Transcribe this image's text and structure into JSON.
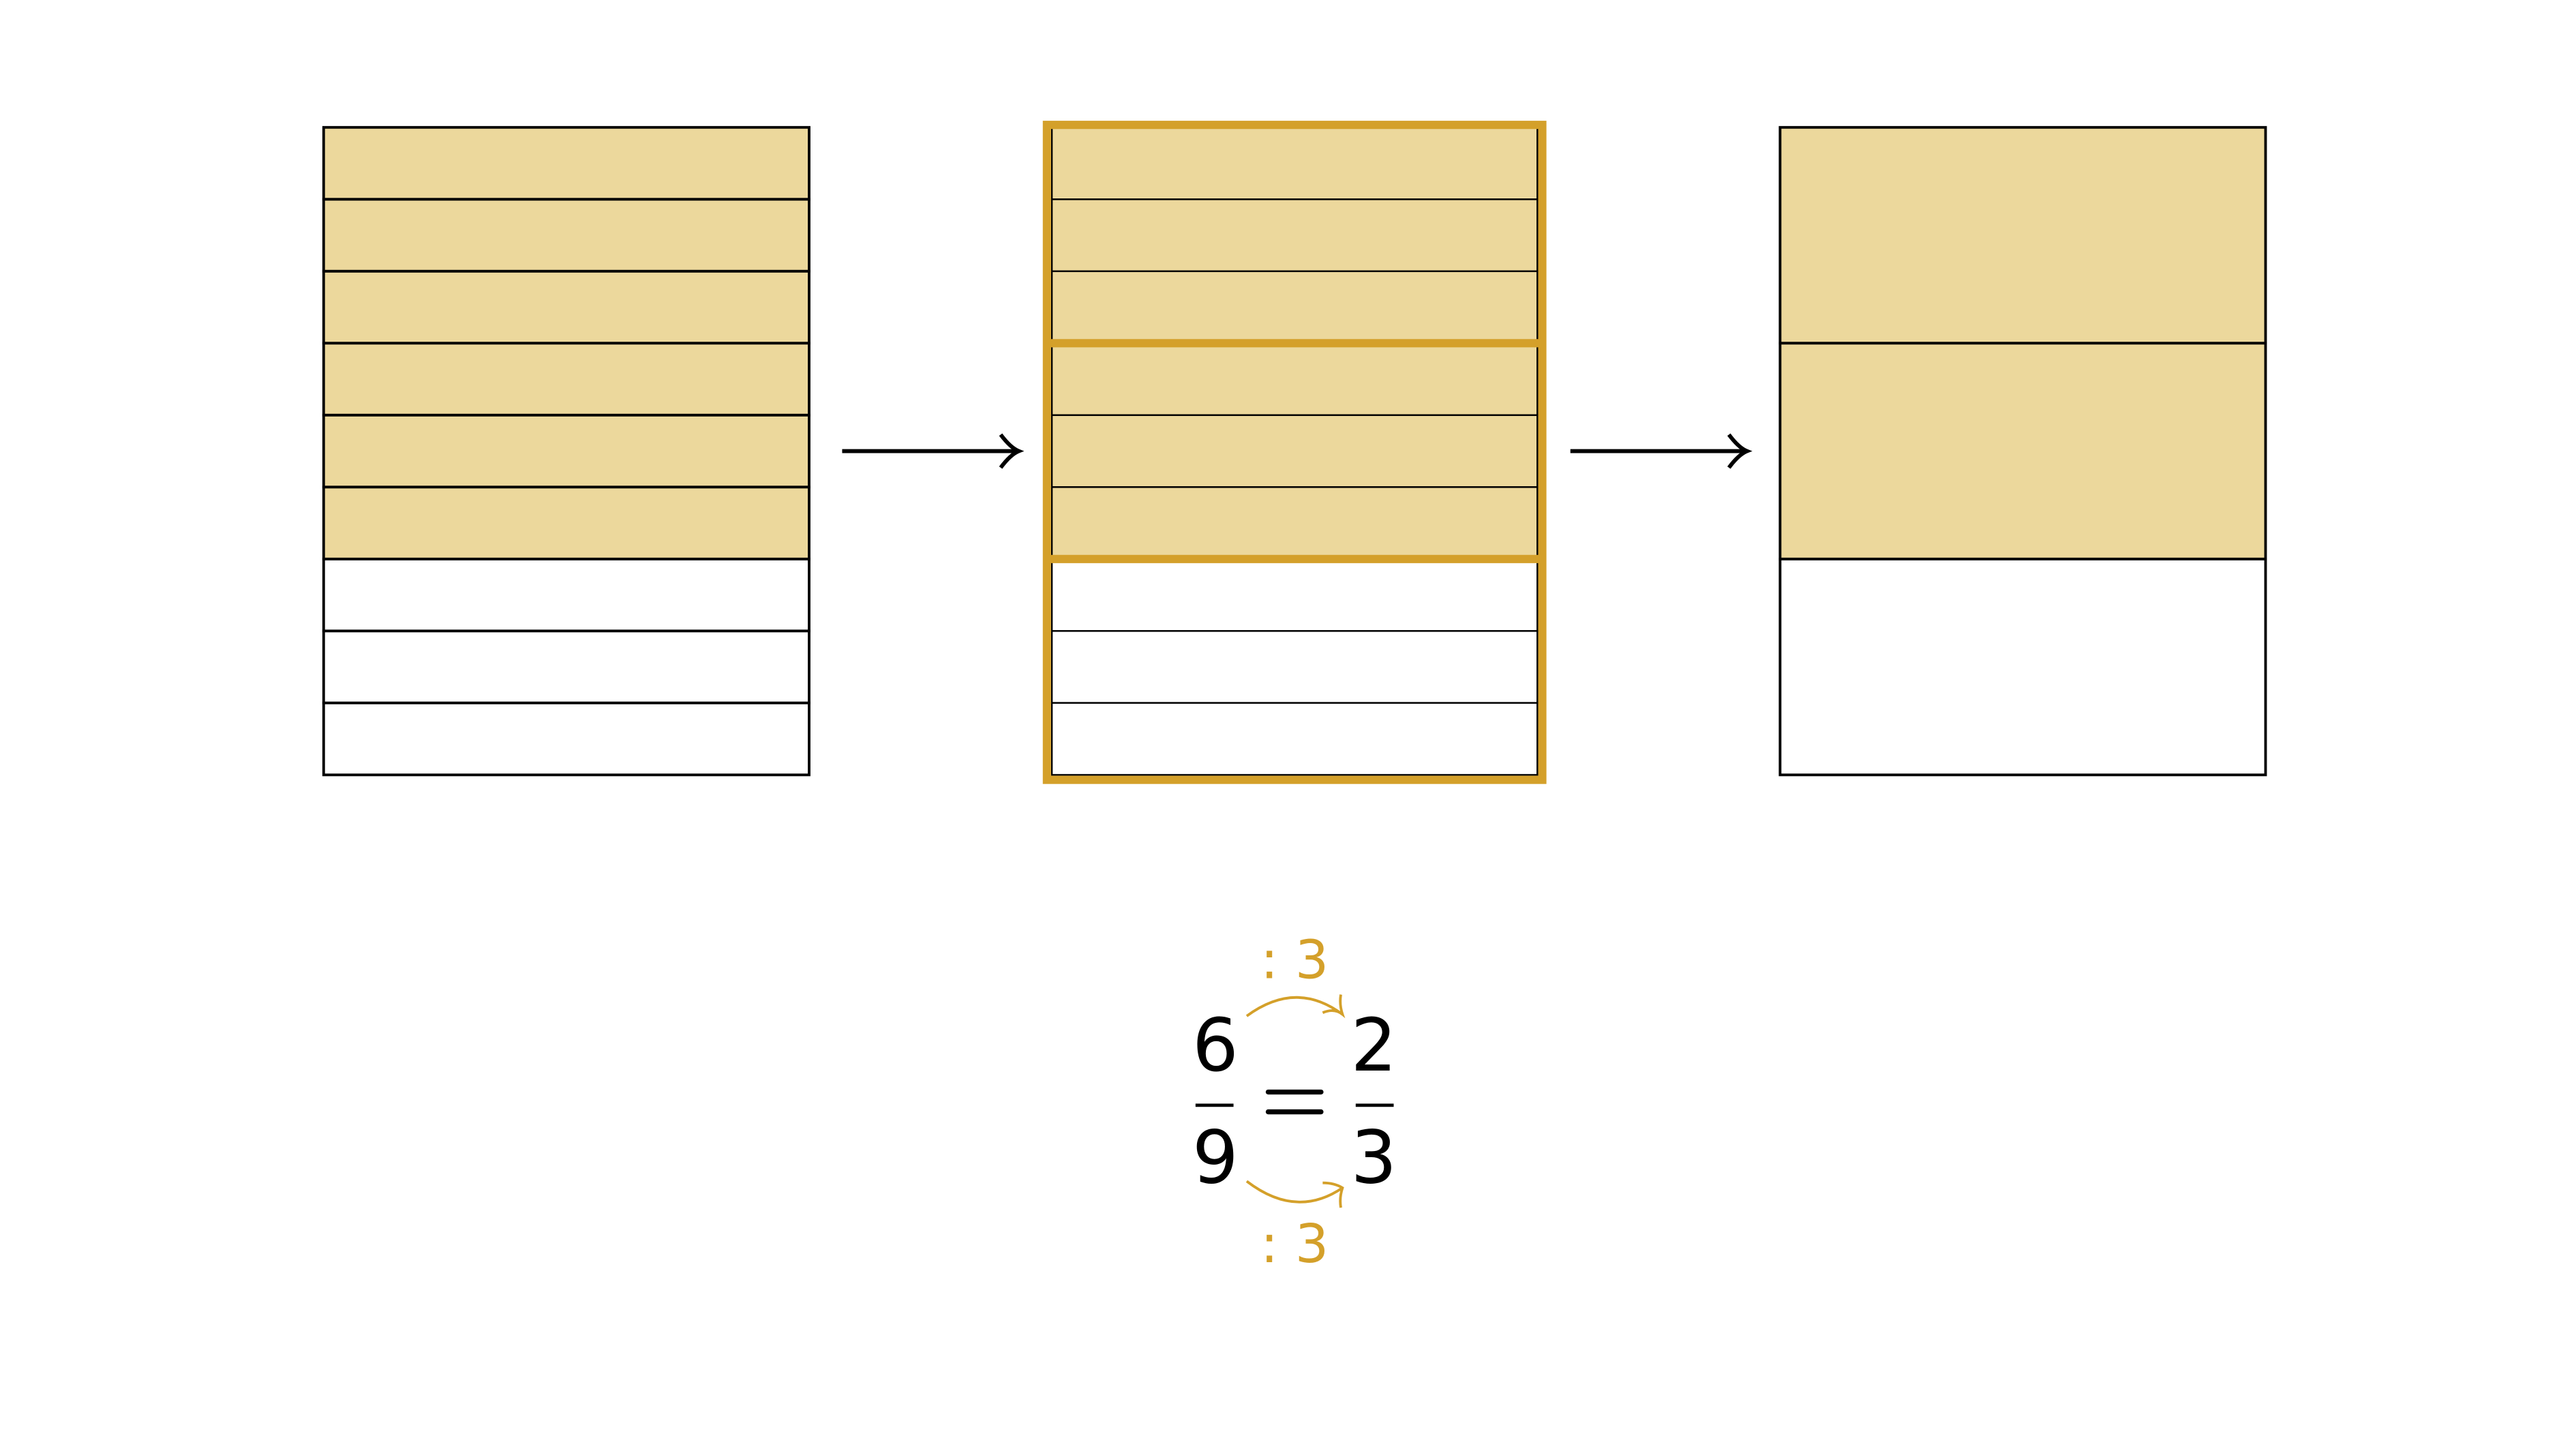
{
  "colors": {
    "fill": "#ECD89C",
    "gold": "#D4A02A",
    "line": "#000000",
    "empty": "#FFFFFF"
  },
  "bars": [
    {
      "name": "ninths",
      "parts": 9,
      "shaded": 6
    },
    {
      "name": "ninths-grouped",
      "parts": 9,
      "shaded": 6,
      "group_size": 3
    },
    {
      "name": "thirds",
      "parts": 3,
      "shaded": 2
    }
  ],
  "equation": {
    "left_numerator": "6",
    "left_denominator": "9",
    "equals": "=",
    "right_numerator": "2",
    "right_denominator": "3",
    "top_operation": ": 3",
    "bottom_operation": ": 3"
  }
}
